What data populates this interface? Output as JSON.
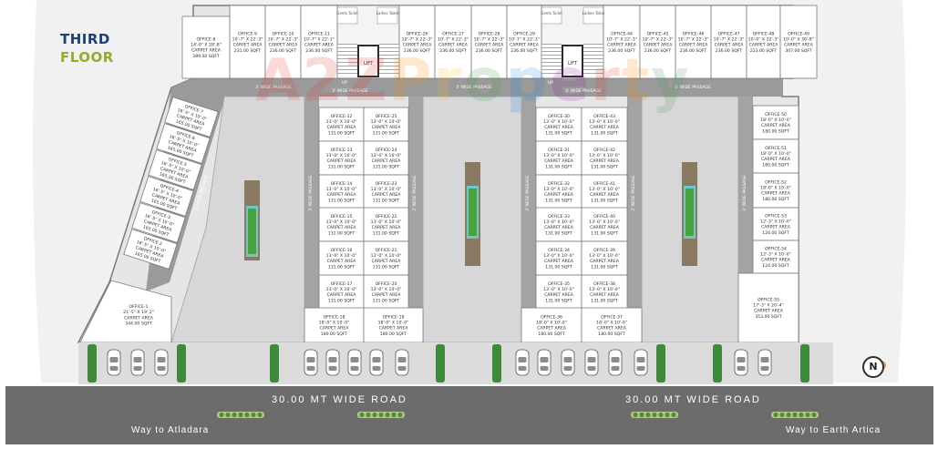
{
  "heading": {
    "line1": "THIRD",
    "line2": "FLOOR"
  },
  "watermark": [
    "A",
    "2",
    "Z",
    "P",
    "r",
    "o",
    "p",
    "e",
    "r",
    "t",
    "y"
  ],
  "watermark_colors": [
    "#e53935",
    "#e53935",
    "#e53935",
    "#fb8c00",
    "#fbc02d",
    "#43a047",
    "#1e88e5",
    "#8e24aa",
    "#e53935",
    "#fb8c00",
    "#43a047"
  ],
  "road": {
    "name_left": "30.00 MT WIDE ROAD",
    "name_right": "30.00 MT WIDE ROAD",
    "way_left": "Way to Atladara",
    "way_right": "Way to Earth Artica"
  },
  "north_label": "N",
  "passage_label": "3' WIDE PASSAGE",
  "lift_label": "LIFT",
  "up_label": "UP",
  "toilets": [
    "Gents Toilet",
    "Ladies Toilet",
    "Gents Toilet",
    "Ladies Toilet"
  ],
  "offices": {
    "o8": [
      "OFFICE-8",
      "14'-0\" X 28'-8\"",
      "CARPET AREA",
      "389.00 SQFT"
    ],
    "o9": [
      "OFFICE-9",
      "10'-7\" X 22'-3\"",
      "CARPET AREA",
      "231.00 SQFT"
    ],
    "o10": [
      "OFFICE-10",
      "10'-7\" X 22'-3\"",
      "CARPET AREA",
      "236.00 SQFT"
    ],
    "o11": [
      "OFFICE-11",
      "10'-7\" X 22'-3\"",
      "CARPET AREA",
      "236.00 SQFT"
    ],
    "o26": [
      "OFFICE-26",
      "10'-7\" X 22'-3\"",
      "CARPET AREA",
      "236.00 SQFT"
    ],
    "o27": [
      "OFFICE-27",
      "10'-7\" X 22'-3\"",
      "CARPET AREA",
      "236.00 SQFT"
    ],
    "o28": [
      "OFFICE-28",
      "10'-7\" X 22'-3\"",
      "CARPET AREA",
      "236.00 SQFT"
    ],
    "o29": [
      "OFFICE-29",
      "10'-7\" X 22'-3\"",
      "CARPET AREA",
      "236.00 SQFT"
    ],
    "o44": [
      "OFFICE-44",
      "10'-7\" X 22'-3\"",
      "CARPET AREA",
      "236.00 SQFT"
    ],
    "o45": [
      "OFFICE-45",
      "10'-7\" X 22'-3\"",
      "CARPET AREA",
      "236.00 SQFT"
    ],
    "o46": [
      "OFFICE-46",
      "10'-7\" X 22'-3\"",
      "CARPET AREA",
      "236.00 SQFT"
    ],
    "o47": [
      "OFFICE-47",
      "10'-7\" X 22'-3\"",
      "CARPET AREA",
      "236.00 SQFT"
    ],
    "o48": [
      "OFFICE-48",
      "10'-0\" X 22'-3\"",
      "CARPET AREA",
      "223.00 SQFT"
    ],
    "o49": [
      "OFFICE-49",
      "10'-0\" X 30'-8\"",
      "CARPET AREA",
      "307.00 SQFT"
    ],
    "o7": [
      "OFFICE-7",
      "16'-5\" X 10'-0\"",
      "CARPET AREA",
      "165.00 SQFT"
    ],
    "o6": [
      "OFFICE-6",
      "16'-5\" X 10'-0\"",
      "CARPET AREA",
      "165.00 SQFT"
    ],
    "o5": [
      "OFFICE-5",
      "16'-5\" X 10'-0\"",
      "CARPET AREA",
      "165.00 SQFT"
    ],
    "o4": [
      "OFFICE-4",
      "16'-5\" X 10'-0\"",
      "CARPET AREA",
      "165.00 SQFT"
    ],
    "o3": [
      "OFFICE-3",
      "16'-5\" X 10'-0\"",
      "CARPET AREA",
      "165.00 SQFT"
    ],
    "o2": [
      "OFFICE-2",
      "16'-5\" X 10'-0\"",
      "CARPET AREA",
      "165.00 SQFT"
    ],
    "o1": [
      "OFFICE-1",
      "21'-5\" X 19'-2\"",
      "CARPET AREA",
      "344.00 SQFT"
    ],
    "o12": [
      "OFFICE-12",
      "13'-0\" X 10'-0\"",
      "CARPET AREA",
      "131.00 SQFT"
    ],
    "o13": [
      "OFFICE-13",
      "13'-0\" X 10'-0\"",
      "CARPET AREA",
      "131.00 SQFT"
    ],
    "o14": [
      "OFFICE-14",
      "13'-0\" X 10'-0\"",
      "CARPET AREA",
      "131.00 SQFT"
    ],
    "o15": [
      "OFFICE-15",
      "13'-0\" X 10'-0\"",
      "CARPET AREA",
      "131.00 SQFT"
    ],
    "o16": [
      "OFFICE-16",
      "13'-0\" X 10'-0\"",
      "CARPET AREA",
      "131.00 SQFT"
    ],
    "o17": [
      "OFFICE-17",
      "13'-0\" X 10'-0\"",
      "CARPET AREA",
      "131.00 SQFT"
    ],
    "o25": [
      "OFFICE-25",
      "13'-0\" X 10'-0\"",
      "CARPET AREA",
      "131.00 SQFT"
    ],
    "o24": [
      "OFFICE-24",
      "13'-0\" X 10'-0\"",
      "CARPET AREA",
      "131.00 SQFT"
    ],
    "o23": [
      "OFFICE-23",
      "13'-0\" X 10'-0\"",
      "CARPET AREA",
      "131.00 SQFT"
    ],
    "o22": [
      "OFFICE-22",
      "13'-0\" X 10'-0\"",
      "CARPET AREA",
      "131.00 SQFT"
    ],
    "o21": [
      "OFFICE-21",
      "13'-0\" X 10'-0\"",
      "CARPET AREA",
      "131.00 SQFT"
    ],
    "o20": [
      "OFFICE-20",
      "13'-0\" X 10'-0\"",
      "CARPET AREA",
      "131.00 SQFT"
    ],
    "o18": [
      "OFFICE-18",
      "18'-0\" X 10'-0\"",
      "CARPET AREA",
      "180.00 SQFT"
    ],
    "o19": [
      "OFFICE-19",
      "18'-0\" X 10'-0\"",
      "CARPET AREA",
      "180.00 SQFT"
    ],
    "o30": [
      "OFFICE-30",
      "13'-0\" X 10'-0\"",
      "CARPET AREA",
      "131.00 SQFT"
    ],
    "o31": [
      "OFFICE-31",
      "13'-0\" X 10'-0\"",
      "CARPET AREA",
      "131.00 SQFT"
    ],
    "o32": [
      "OFFICE-32",
      "13'-0\" X 10'-0\"",
      "CARPET AREA",
      "131.00 SQFT"
    ],
    "o33": [
      "OFFICE-33",
      "13'-0\" X 10'-0\"",
      "CARPET AREA",
      "131.00 SQFT"
    ],
    "o34": [
      "OFFICE-34",
      "13'-0\" X 10'-0\"",
      "CARPET AREA",
      "131.00 SQFT"
    ],
    "o35": [
      "OFFICE-35",
      "13'-0\" X 10'-0\"",
      "CARPET AREA",
      "131.00 SQFT"
    ],
    "o43": [
      "OFFICE-43",
      "13'-0\" X 10'-0\"",
      "CARPET AREA",
      "131.00 SQFT"
    ],
    "o42": [
      "OFFICE-42",
      "13'-0\" X 10'-0\"",
      "CARPET AREA",
      "131.00 SQFT"
    ],
    "o41": [
      "OFFICE-41",
      "13'-0\" X 10'-0\"",
      "CARPET AREA",
      "131.00 SQFT"
    ],
    "o40": [
      "OFFICE-40",
      "13'-0\" X 10'-0\"",
      "CARPET AREA",
      "131.00 SQFT"
    ],
    "o39": [
      "OFFICE-39",
      "13'-0\" X 10'-0\"",
      "CARPET AREA",
      "131.00 SQFT"
    ],
    "o38": [
      "OFFICE-38",
      "13'-0\" X 10'-0\"",
      "CARPET AREA",
      "131.00 SQFT"
    ],
    "o36": [
      "OFFICE-36",
      "18'-0\" X 10'-0\"",
      "CARPET AREA",
      "180.00 SQFT"
    ],
    "o37": [
      "OFFICE-37",
      "18'-0\" X 10'-0\"",
      "CARPET AREA",
      "180.00 SQFT"
    ],
    "o50": [
      "OFFICE-50",
      "18'-0\" X 10'-0\"",
      "CARPET AREA",
      "180.00 SQFT"
    ],
    "o51": [
      "OFFICE-51",
      "18'-0\" X 10'-0\"",
      "CARPET AREA",
      "180.00 SQFT"
    ],
    "o52": [
      "OFFICE-52",
      "18'-0\" X 10'-0\"",
      "CARPET AREA",
      "180.00 SQFT"
    ],
    "o53": [
      "OFFICE-53",
      "12'-3\" X 10'-0\"",
      "CARPET AREA",
      "124.00 SQFT"
    ],
    "o54": [
      "OFFICE-54",
      "12'-3\" X 10'-0\"",
      "CARPET AREA",
      "124.00 SQFT"
    ],
    "o55": [
      "OFFICE-55",
      "17'-3\" X 20'-4\"",
      "CARPET AREA",
      "353.00 SQFT"
    ]
  }
}
